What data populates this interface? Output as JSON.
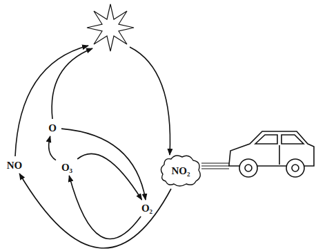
{
  "diagram": {
    "nodes": [
      {
        "text": [
          "O"
        ]
      },
      {
        "text": [
          "NO"
        ]
      },
      {
        "text": [
          "O₃"
        ]
      },
      {
        "text": [
          "NO₂"
        ]
      },
      {
        "text": [
          "O₂"
        ]
      }
    ],
    "edges": [
      {
        "from": 0,
        "to": 4,
        "arrow": "to"
      },
      {
        "from": 2,
        "to": 0,
        "arrow": "to"
      },
      {
        "from": 2,
        "to": 4,
        "arrow": "to"
      },
      {
        "from": 4,
        "to": 2,
        "arrow": "to"
      },
      {
        "from": 3,
        "to": 1,
        "arrow": "to"
      }
    ]
  }
}
